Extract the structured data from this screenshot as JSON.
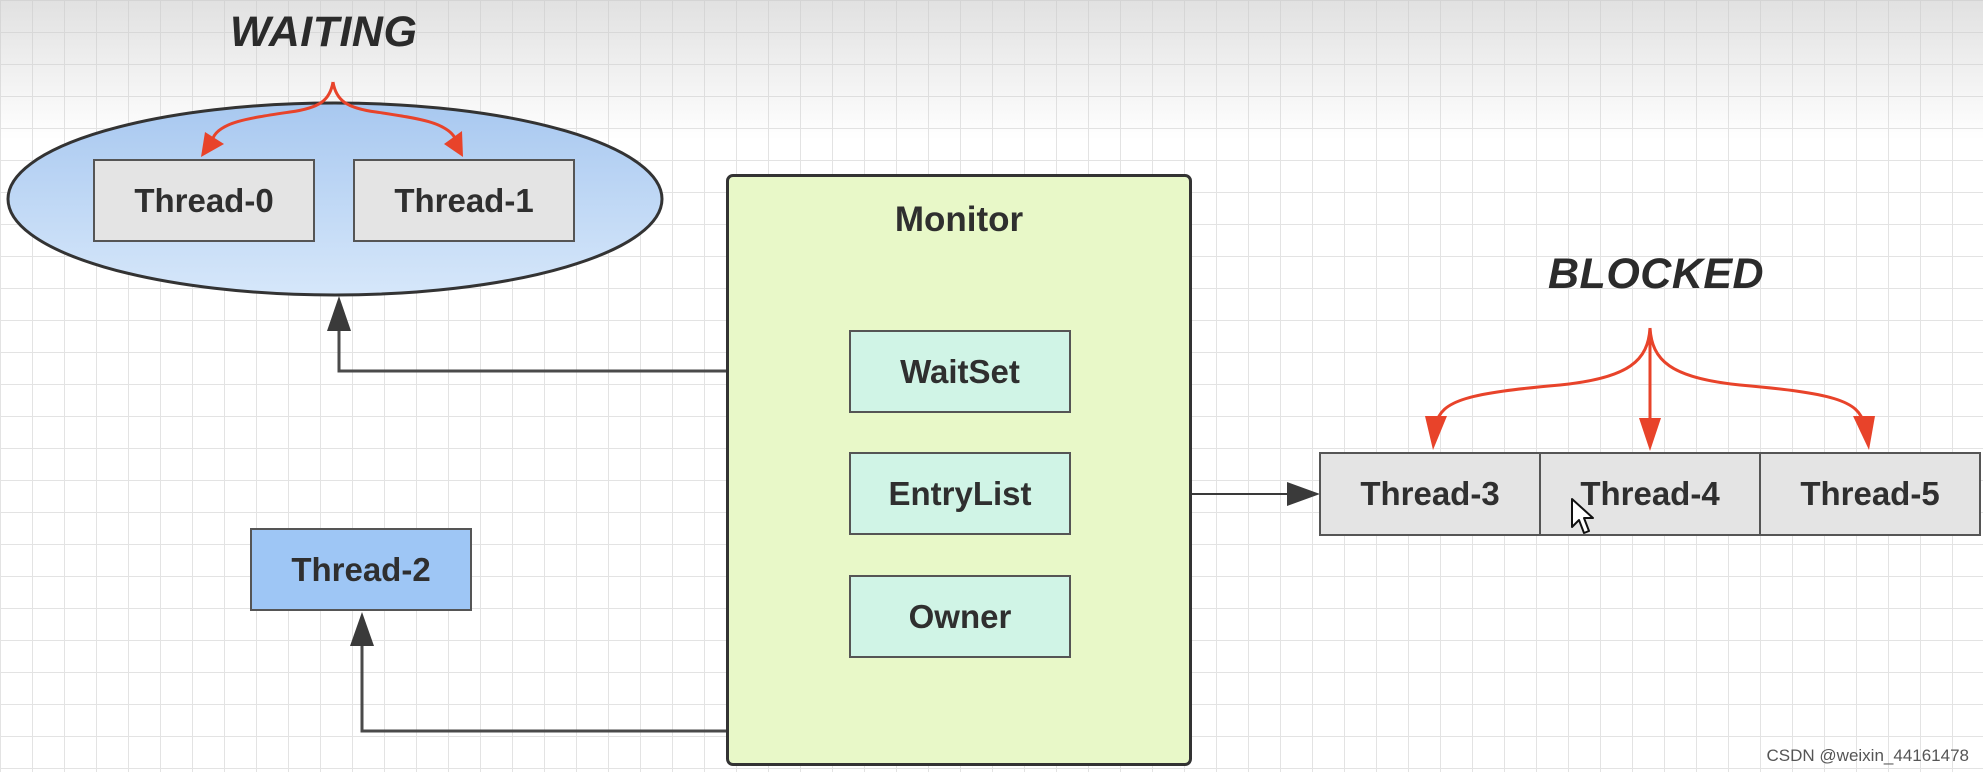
{
  "waiting_label": "WAITING",
  "blocked_label": "BLOCKED",
  "monitor": {
    "title": "Monitor",
    "slots": {
      "wait_set": "WaitSet",
      "entry_list": "EntryList",
      "owner": "Owner"
    }
  },
  "waiting_threads": [
    "Thread-0",
    "Thread-1"
  ],
  "owner_thread": "Thread-2",
  "blocked_threads": [
    "Thread-3",
    "Thread-4",
    "Thread-5"
  ],
  "watermark": "CSDN @weixin_44161478",
  "colors": {
    "arrow_red": "#e8432a",
    "arrow_dark": "#3a3a3a",
    "ellipse_fill": "#b9d4f3",
    "monitor_fill": "#e8f8c8",
    "slot_fill": "#d0f4e6",
    "owner_fill": "#9ec6f5",
    "thread_fill": "#e4e4e4"
  }
}
